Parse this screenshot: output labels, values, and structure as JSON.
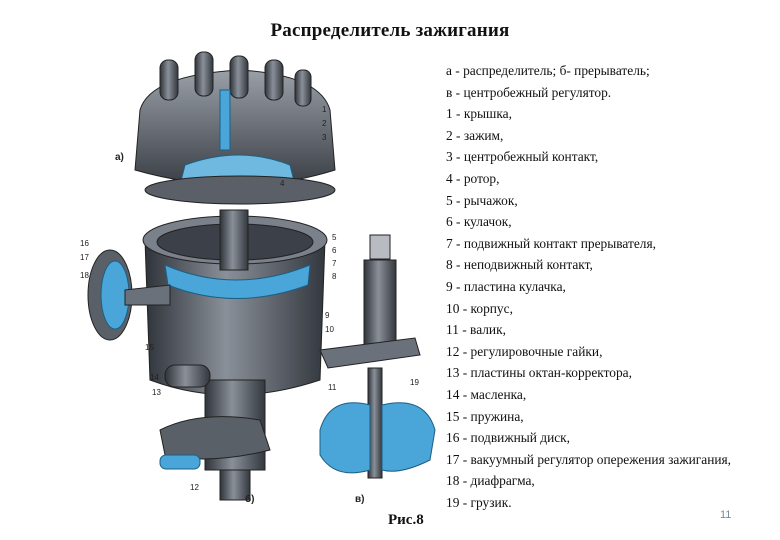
{
  "title": "Распределитель зажигания",
  "caption": "Рис.8",
  "page_number": "11",
  "legend": [
    "а - распределитель; б- прерыватель;",
    "в -  центробежный регулятор.",
    "1 -  крышка,",
    "2 - зажим,",
    "3 - центробежный контакт,",
    "4 - ротор,",
    "5 - рычажок,",
    "6 - кулачок,",
    "7 - подвижный контакт прерывателя,",
    "8 - неподвижный контакт,",
    "9 - пластина кулачка,",
    "10 - корпус,",
    "11 - валик,",
    "12 - регулировочные гайки,",
    "13 - пластины октан-корректора,",
    "14 - масленка,",
    "15 - пружина,",
    "16 - подвижный диск,",
    "17 - вакуумный регулятор опережения зажигания,",
    "18 - диафрагма,",
    "19 - грузик."
  ],
  "figure_labels": {
    "a": "а)",
    "b": "б)",
    "v": "в)",
    "n1": "1",
    "n2": "2",
    "n3": "3",
    "n4": "4",
    "n5": "5",
    "n6": "6",
    "n7": "7",
    "n8": "8",
    "n9": "9",
    "n10": "10",
    "n11": "11",
    "n12": "12",
    "n13": "13",
    "n14": "14",
    "n15": "15",
    "n16": "16",
    "n17": "17",
    "n18": "18",
    "n19": "19"
  },
  "colors": {
    "metal_dark": "#3c4048",
    "metal_mid": "#6b717b",
    "metal_light": "#a8adb5",
    "accent_blue": "#4aa6d8"
  }
}
